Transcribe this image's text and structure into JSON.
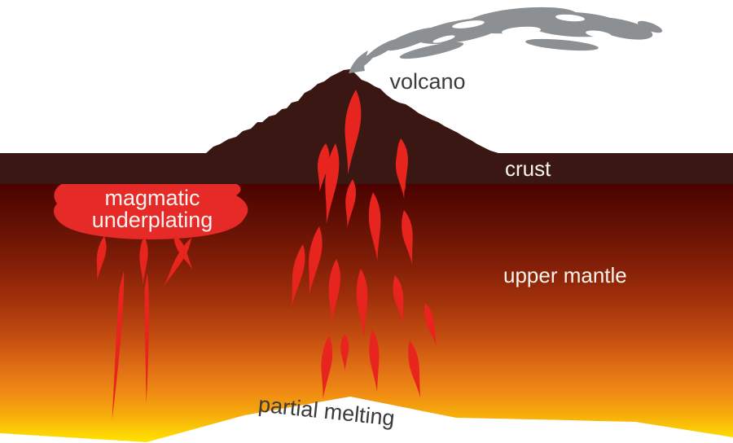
{
  "diagram": {
    "type": "volcano-cross-section",
    "labels": {
      "volcano": "volcano",
      "crust": "crust",
      "upper_mantle": "upper mantle",
      "magmatic_underplating": {
        "line1": "magmatic",
        "line2": "underplating"
      },
      "partial_melting": "partial melting"
    },
    "layers": [
      {
        "name": "sky",
        "color": "#ffffff"
      },
      {
        "name": "volcano and crust",
        "color": "#3a1712"
      },
      {
        "name": "upper mantle",
        "gradient_top": "#4b0200",
        "gradient_bottom": "#ffdf00"
      },
      {
        "name": "partial melting zone",
        "color": "#ffffff"
      }
    ],
    "colors": {
      "smoke_gray": "#8d9093",
      "magma_red": "#e8241e",
      "underplating_red": "#e52a27",
      "dark_label": "#3b3a3c",
      "light_label": "#f8f3ed"
    }
  }
}
